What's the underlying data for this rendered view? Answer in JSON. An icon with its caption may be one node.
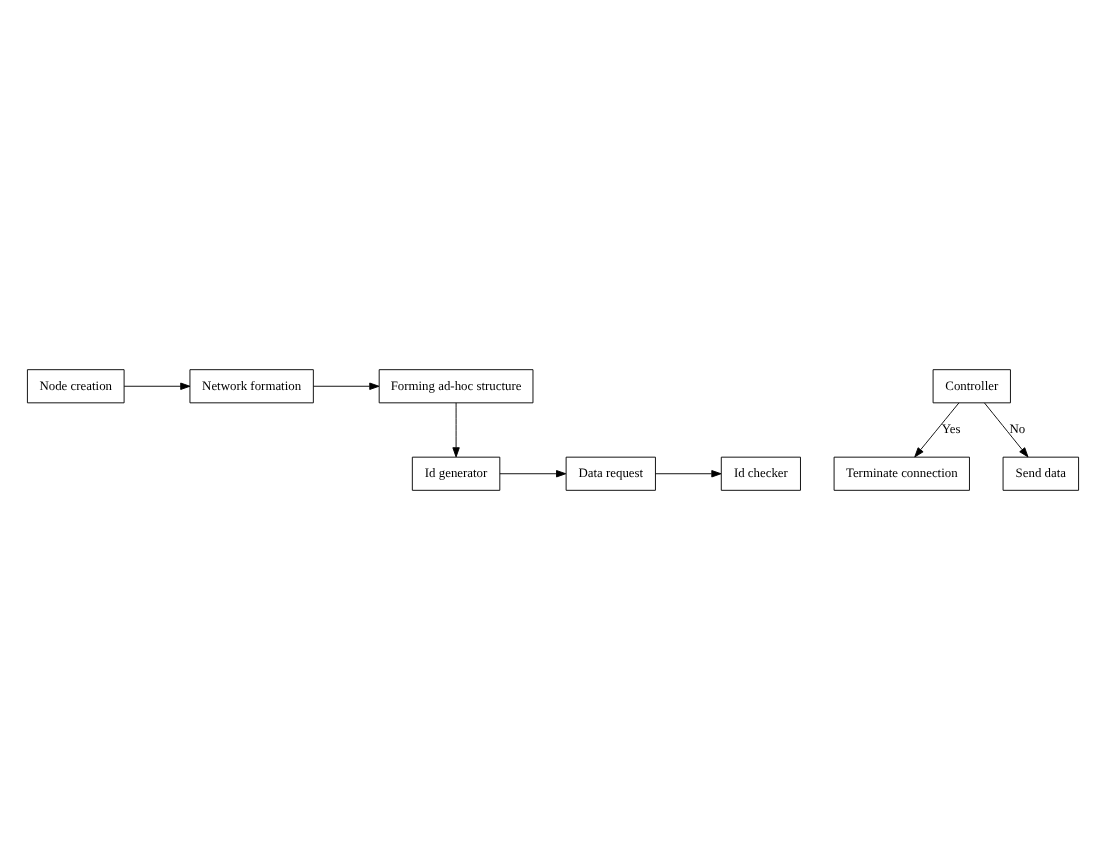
{
  "diagram": {
    "nodes": [
      {
        "text": [
          "Node creation"
        ]
      },
      {
        "text": [
          "Network formation"
        ]
      },
      {
        "text": [
          "Forming ad-hoc structure"
        ]
      },
      {
        "text": [
          "Id generator"
        ]
      },
      {
        "text": [
          "Data request"
        ]
      },
      {
        "text": [
          "Id checker"
        ]
      },
      {
        "text": [
          "Controller"
        ]
      },
      {
        "text": [
          "Terminate connection"
        ]
      },
      {
        "text": [
          "Send data"
        ]
      }
    ],
    "edges": [
      {
        "from": 0,
        "to": 1,
        "arrow": "to"
      },
      {
        "from": 1,
        "to": 2,
        "arrow": "to"
      },
      {
        "from": 2,
        "to": 3,
        "arrow": "to"
      },
      {
        "from": 3,
        "to": 4,
        "arrow": "to"
      },
      {
        "from": 4,
        "to": 5,
        "arrow": "to"
      },
      {
        "from": 6,
        "to": 7,
        "arrow": "to",
        "label": "Yes"
      },
      {
        "from": 6,
        "to": 8,
        "arrow": "to",
        "label": "No"
      }
    ]
  }
}
